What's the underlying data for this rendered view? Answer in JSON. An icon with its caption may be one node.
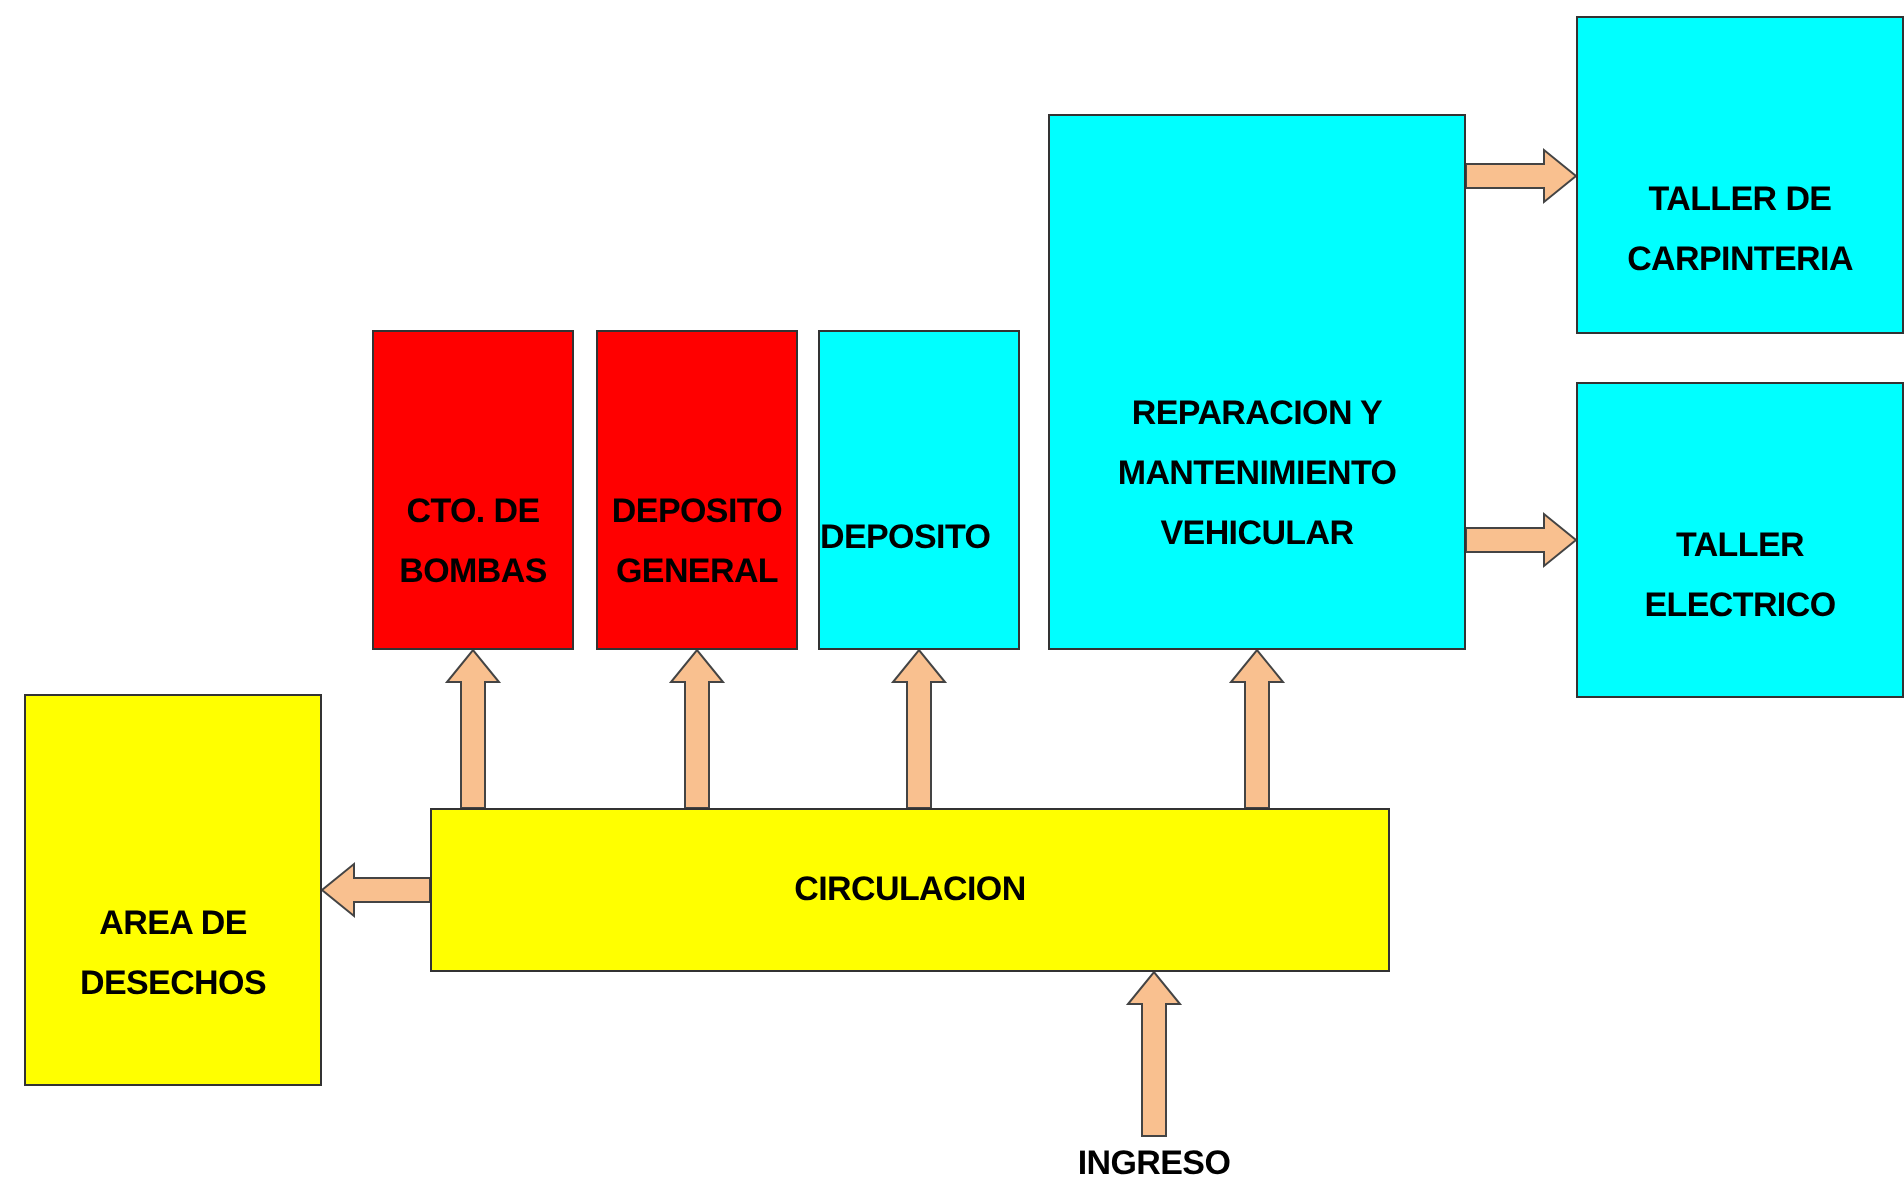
{
  "diagram": {
    "nodes": [
      {
        "text": [
          "CTO. DE BOMBAS"
        ]
      },
      {
        "text": [
          "DEPOSITO GENERAL"
        ]
      },
      {
        "text": [
          "DEPOSITO"
        ]
      },
      {
        "text": [
          "REPARACION Y MANTENIMIENTO VEHICULAR"
        ]
      },
      {
        "text": [
          "TALLER DE CARPINTERIA"
        ]
      },
      {
        "text": [
          "TALLER ELECTRICO"
        ]
      },
      {
        "text": [
          "AREA DE DESECHOS"
        ]
      },
      {
        "text": [
          "CIRCULACION"
        ]
      },
      {
        "text": [
          "INGRESO"
        ]
      }
    ],
    "edges": [
      {
        "from": 7,
        "to": 0,
        "arrow": "to"
      },
      {
        "from": 7,
        "to": 1,
        "arrow": "to"
      },
      {
        "from": 7,
        "to": 2,
        "arrow": "to"
      },
      {
        "from": 7,
        "to": 3,
        "arrow": "to"
      },
      {
        "from": 3,
        "to": 4,
        "arrow": "to"
      },
      {
        "from": 3,
        "to": 5,
        "arrow": "to"
      },
      {
        "from": 7,
        "to": 6,
        "arrow": "to"
      },
      {
        "from": 8,
        "to": 7,
        "arrow": "to"
      }
    ]
  }
}
